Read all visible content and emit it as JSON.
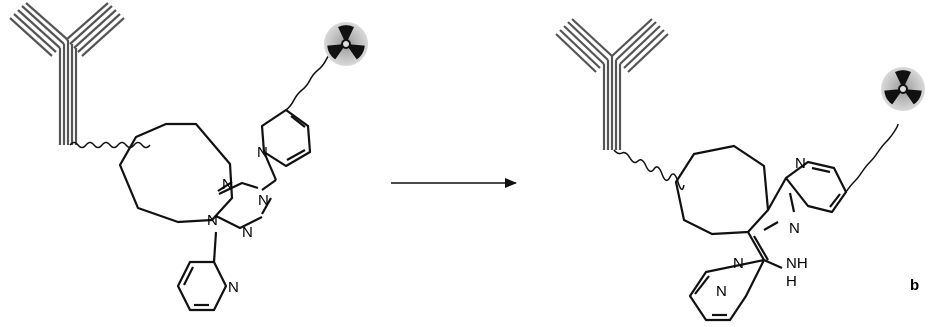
{
  "atoms": {
    "n": "N",
    "nh": "NH",
    "h": "H"
  },
  "panel_label": "b",
  "icons": [
    "antibody-icon",
    "radioactive-trefoil-icon",
    "reaction-arrow-icon"
  ]
}
